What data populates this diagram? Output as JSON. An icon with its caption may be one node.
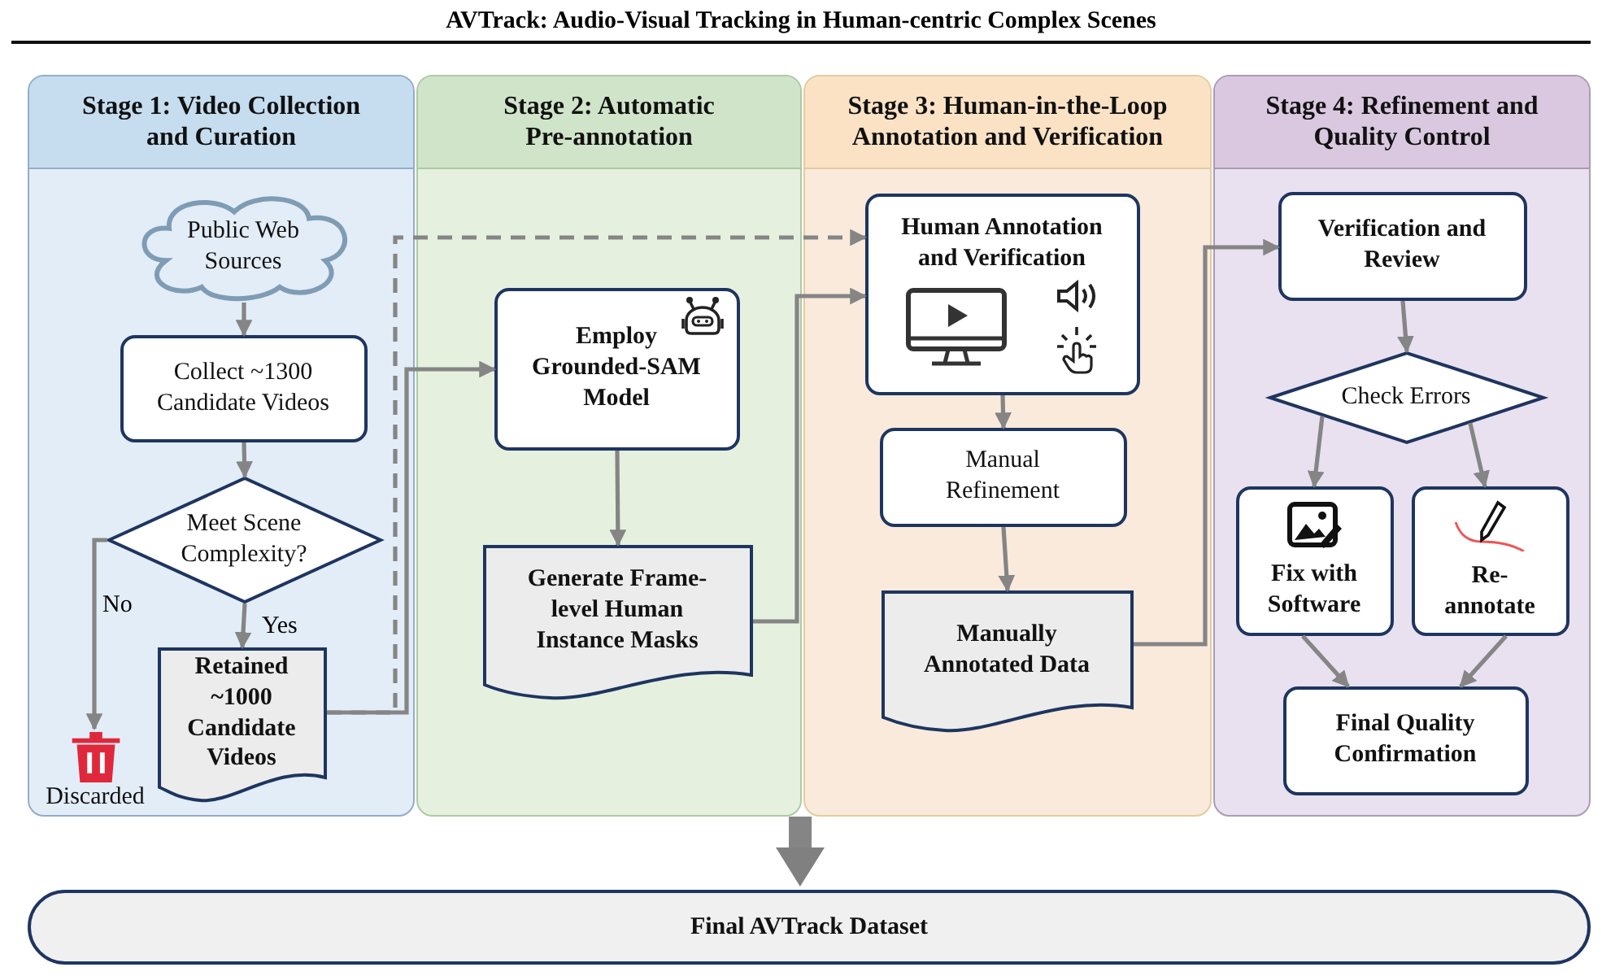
{
  "diagram": {
    "title": "AVTrack: Audio-Visual Tracking in Human-centric Complex Scenes",
    "nodes": [
      {
        "text": [
          "Stage 1: Video Collection and Curation"
        ]
      },
      {
        "text": [
          "Stage 2: Automatic Pre-annotation"
        ]
      },
      {
        "text": [
          "Stage 3: Human-in-the-Loop Annotation and Verification"
        ]
      },
      {
        "text": [
          "Stage 4: Refinement and Quality Control"
        ]
      },
      {
        "text": [
          "Public Web Sources"
        ],
        "in": 0
      },
      {
        "text": [
          "Collect ~1300 Candidate Videos"
        ],
        "in": 0
      },
      {
        "text": [
          "Meet Scene Complexity?"
        ],
        "in": 0
      },
      {
        "text": [
          "Retained ~1000 Candidate Videos"
        ],
        "in": 0
      },
      {
        "text": [
          "Discarded"
        ],
        "in": 0
      },
      {
        "text": [
          "Employ Grounded-SAM Model"
        ],
        "in": 1
      },
      {
        "text": [
          "Generate Frame-level Human Instance Masks"
        ],
        "in": 1
      },
      {
        "text": [
          "Human Annotation and Verification"
        ],
        "in": 2
      },
      {
        "text": [
          "Manual Refinement"
        ],
        "in": 2
      },
      {
        "text": [
          "Manually Annotated Data"
        ],
        "in": 2
      },
      {
        "text": [
          "Verification and Review"
        ],
        "in": 3
      },
      {
        "text": [
          "Check Errors"
        ],
        "in": 3
      },
      {
        "text": [
          "Fix with Software"
        ],
        "in": 3
      },
      {
        "text": [
          "Re-annotate"
        ],
        "in": 3
      },
      {
        "text": [
          "Final Quality Confirmation"
        ],
        "in": 3
      },
      {
        "text": [
          "Final AVTrack Dataset"
        ]
      }
    ],
    "edges": [
      {
        "from": 4,
        "to": 5,
        "arrow": "to"
      },
      {
        "from": 5,
        "to": 6,
        "arrow": "to"
      },
      {
        "from": 6,
        "to": 7,
        "arrow": "to",
        "label": "Yes"
      },
      {
        "from": 6,
        "to": 8,
        "arrow": "to",
        "label": "No"
      },
      {
        "from": 7,
        "to": 9,
        "arrow": "to"
      },
      {
        "from": 7,
        "to": 11,
        "arrow": "to",
        "style": "dashed"
      },
      {
        "from": 9,
        "to": 10,
        "arrow": "to"
      },
      {
        "from": 10,
        "to": 11,
        "arrow": "to"
      },
      {
        "from": 11,
        "to": 12,
        "arrow": "to"
      },
      {
        "from": 12,
        "to": 13,
        "arrow": "to"
      },
      {
        "from": 13,
        "to": 14,
        "arrow": "to"
      },
      {
        "from": 14,
        "to": 15,
        "arrow": "to"
      },
      {
        "from": 15,
        "to": 16,
        "arrow": "to"
      },
      {
        "from": 15,
        "to": 17,
        "arrow": "to"
      },
      {
        "from": 16,
        "to": 18,
        "arrow": "to"
      },
      {
        "from": 17,
        "to": 18,
        "arrow": "to"
      },
      {
        "from": 1,
        "to": 19,
        "arrow": "to",
        "style": "thick"
      }
    ]
  }
}
